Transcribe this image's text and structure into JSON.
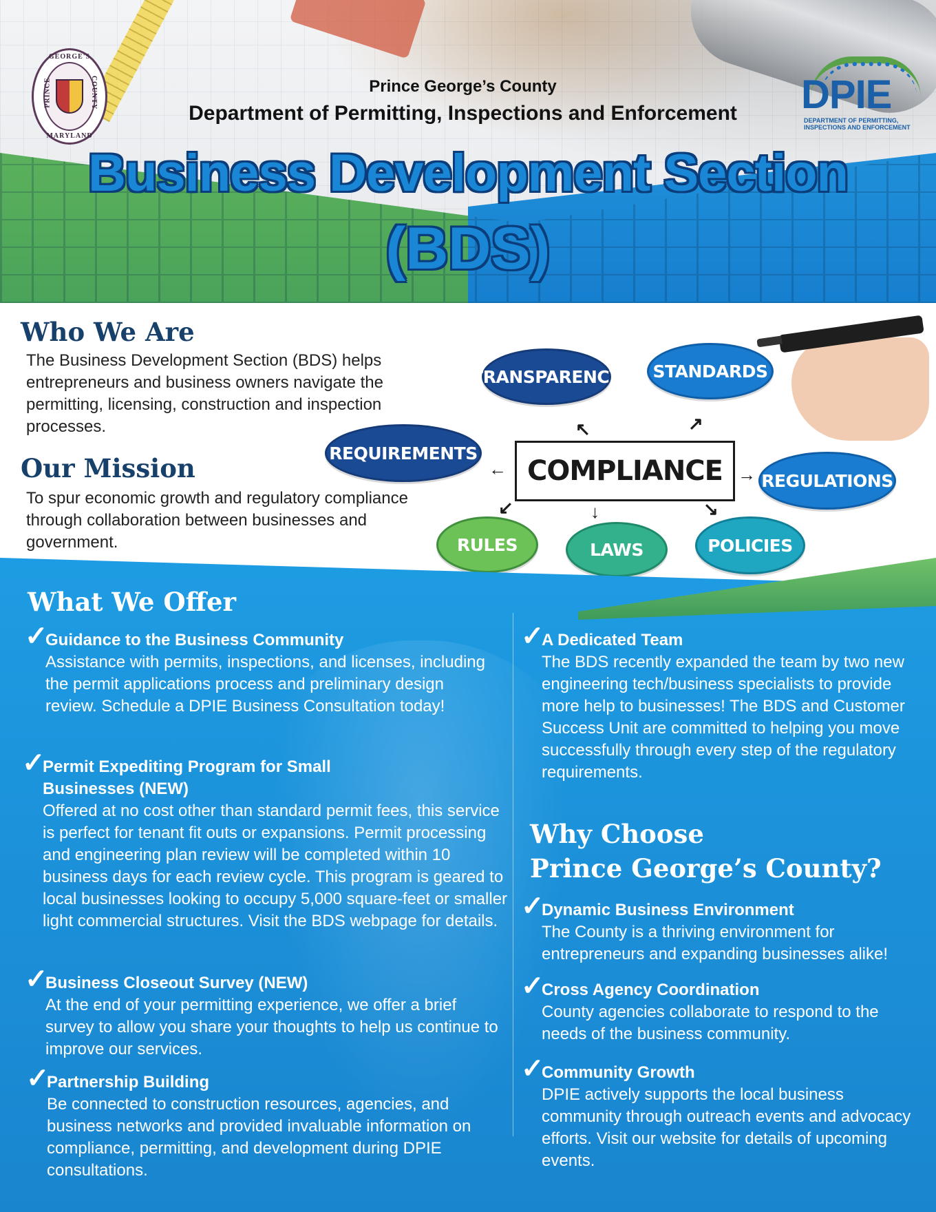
{
  "header": {
    "org_line1": "Prince George’s County",
    "org_line2": "Department of Permitting, Inspections and Enforcement",
    "title": "Business Development Section",
    "title_abbr": "(BDS)",
    "seal": {
      "top": "GEORGE'S",
      "bottom": "MARYLAND",
      "left": "PRINCE",
      "right": "COUNTY"
    },
    "logo": {
      "word": "DPIE",
      "sub_line1": "DEPARTMENT OF PERMITTING,",
      "sub_line2": "INSPECTIONS AND ENFORCEMENT"
    }
  },
  "who": {
    "title": "Who We Are",
    "body": "The Business Development Section (BDS) helps entrepreneurs and business owners navigate the permitting, licensing, construction and inspection processes."
  },
  "mission": {
    "title": "Our Mission",
    "body": "To spur economic growth and regulatory compliance through collaboration between businesses and government."
  },
  "diagram": {
    "center": "COMPLIANCE",
    "nodes": {
      "transparency": "TRANSPARENCY",
      "standards": "STANDARDS",
      "requirements": "REQUIREMENTS",
      "regulations": "REGULATIONS",
      "rules": "RULES",
      "laws": "LAWS",
      "policies": "POLICIES"
    }
  },
  "offer": {
    "title": "What We Offer",
    "items": [
      {
        "title": "Guidance to the Business Community",
        "body": "Assistance with permits, inspections, and licenses, including the permit applications process and preliminary design review. Schedule a DPIE Business Consultation today!"
      },
      {
        "title": "Permit Expediting Program for Small Businesses (NEW)",
        "body": "Offered at no cost other  than standard permit fees, this service is perfect for tenant fit outs or expansions. Permit processing and engineering plan review will be completed within 10 business days for each review cycle. This program is geared to local businesses looking to occupy 5,000 square-feet or smaller light commercial structures. Visit the BDS webpage for details."
      },
      {
        "title": "Business Closeout Survey (NEW)",
        "body": "At the end of your permitting experience, we offer a brief survey to allow you share your thoughts to help us continue to improve our services."
      },
      {
        "title": "Partnership Building",
        "body": "Be connected to construction resources, agencies, and business networks and provided invaluable information on compliance, permitting, and development during DPIE consultations."
      },
      {
        "title": "A Dedicated Team",
        "body": "The BDS recently expanded the team by two new engineering tech/business specialists to provide more help to businesses! The BDS and Customer Success Unit are committed to helping you move successfully through every step of the regulatory requirements."
      }
    ]
  },
  "why": {
    "title_line1": "Why Choose",
    "title_line2": "Prince George’s County?",
    "items": [
      {
        "title": "Dynamic Business Environment",
        "body": "The County is a thriving environment for entrepreneurs and expanding businesses alike!"
      },
      {
        "title": "Cross Agency Coordination",
        "body": "County agencies collaborate to respond to the needs of the business community."
      },
      {
        "title": "Community Growth",
        "body": "DPIE actively supports the local business community through outreach events and advocacy efforts. Visit our website for details of upcoming events."
      }
    ]
  },
  "check_glyph": "✓"
}
